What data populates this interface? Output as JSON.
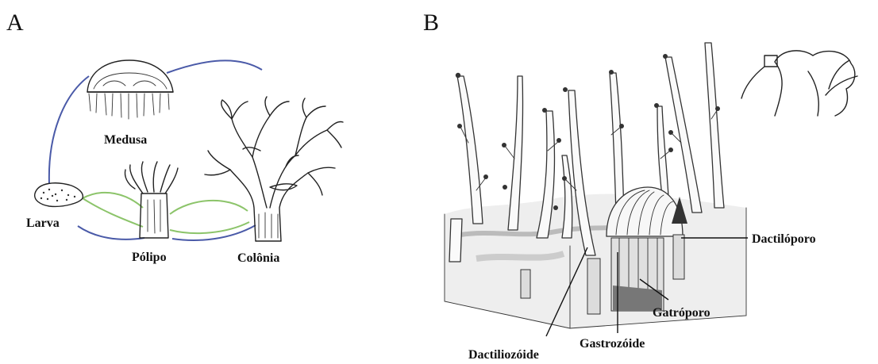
{
  "panels": {
    "a": {
      "letter": "A",
      "labels": {
        "medusa": "Medusa",
        "larva": "Larva",
        "polipo": "Pólipo",
        "colonia": "Colônia"
      },
      "colors": {
        "blue_cycle": "#4a5aa8",
        "green_cycle": "#8cc46a"
      }
    },
    "b": {
      "letter": "B",
      "labels": {
        "dactiloporo": "Dactilóporo",
        "gatroporo": "Gatróporo",
        "gastrozoide": "Gastrozóide",
        "dactiliozoide": "Dactiliozóide"
      }
    }
  }
}
